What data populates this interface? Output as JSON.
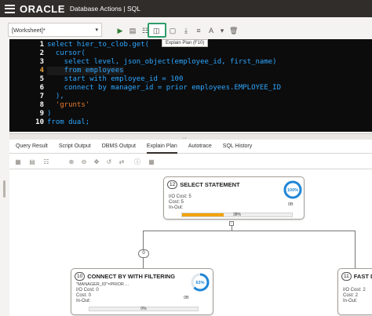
{
  "header": {
    "logo_text": "ORACLE",
    "app_title": "Database Actions | SQL"
  },
  "toolbar": {
    "worksheet_label": "[Worksheet]*",
    "tooltip": "Explain Plan (F10)",
    "icons": [
      "run-icon",
      "run-script-icon",
      "explain-plan-icon",
      "autotrace-icon",
      "download-icon",
      "format-icon",
      "case-icon",
      "clear-icon"
    ]
  },
  "editor": {
    "lines": [
      {
        "num": "1",
        "text": "select hier_to_clob.get("
      },
      {
        "num": "2",
        "text": "  cursor("
      },
      {
        "num": "3",
        "text": "    select level, json_object(employee_id, first_name)"
      },
      {
        "num": "4",
        "text": "    from employees"
      },
      {
        "num": "5",
        "text": "    start with employee_id = 100"
      },
      {
        "num": "6",
        "text": "    connect by manager_id = prior employees.EMPLOYEE_ID"
      },
      {
        "num": "7",
        "text": "  ),"
      },
      {
        "num": "8",
        "text": "  'grunts'"
      },
      {
        "num": "9",
        "text": ")"
      },
      {
        "num": "10",
        "text": "from dual;"
      }
    ]
  },
  "results": {
    "tabs": [
      "Query Result",
      "Script Output",
      "DBMS Output",
      "Explain Plan",
      "Autotrace",
      "SQL History"
    ],
    "active_tab": "Explain Plan"
  },
  "plan": {
    "nodes": [
      {
        "id": "12",
        "name": "SELECT STATEMENT",
        "io_cost": "I/O Cost: 5",
        "cost": "Cost: 5",
        "in_out": "In-Out:",
        "rows": "0B",
        "bar_pct": "38%",
        "bar_value": 0.38,
        "ring_pct": "100%",
        "ring_value": 1.0
      },
      {
        "id": "10",
        "name": "CONNECT BY WITH FILTERING",
        "predicate": "\"MANAGER_ID\"=PRIOR ...",
        "io_cost": "I/O Cost: 0",
        "cost": "Cost: 0",
        "in_out": "In-Out:",
        "rows": "0B",
        "bar_pct": "0%",
        "bar_value": 0.0,
        "ring_pct": "63%",
        "ring_value": 0.63
      },
      {
        "id": "11",
        "name": "FAST DU",
        "io_cost": "I/O Cost: 2",
        "cost": "Cost: 2",
        "in_out": "In-Out:"
      }
    ],
    "edge_label": "0",
    "port_label": "-"
  },
  "colors": {
    "accent_green": "#2e9e6a",
    "bar": "#f0a30a",
    "ring": "#1f86d6",
    "code_keyword": "#2ea6ff",
    "code_string": "#e87d2e"
  }
}
